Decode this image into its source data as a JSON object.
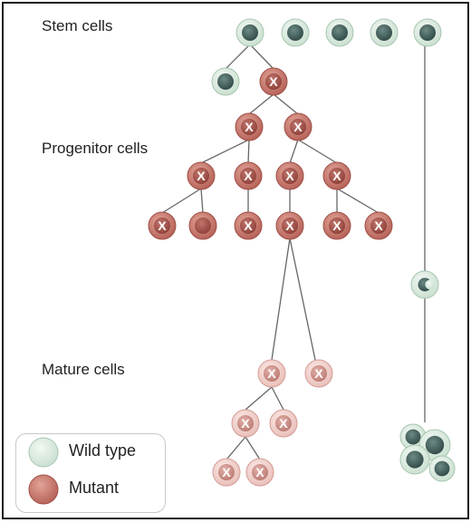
{
  "labels": {
    "stem": "Stem cells",
    "progenitor": "Progenitor cells",
    "mature": "Mature cells"
  },
  "legend": {
    "wild": "Wild type",
    "mutant": "Mutant"
  },
  "mutation_mark": "X",
  "colors": {
    "wild_fill": "#dfeee3",
    "wild_nucleus": "#3e5c58",
    "mutant_fill": "#cc7f73",
    "mutant_nucleus": "#9c4a42",
    "mature_mutant_fill": "#f0cfcb",
    "mature_mutant_nucleus": "#c98a83",
    "line": "#666666",
    "border": "#1a1a1a"
  }
}
